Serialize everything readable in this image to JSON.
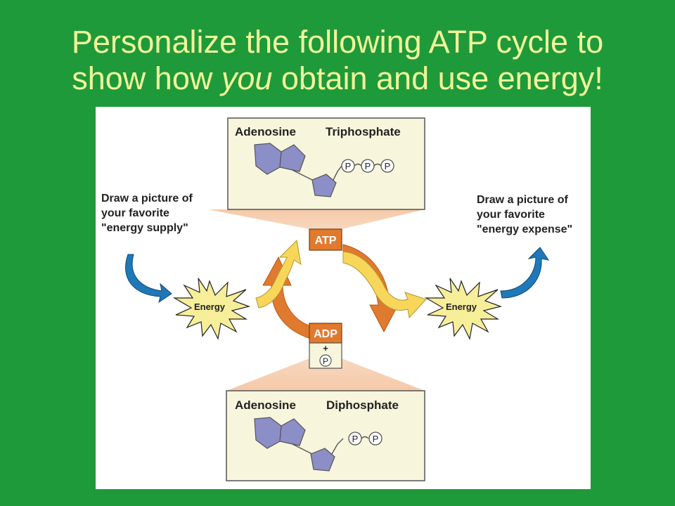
{
  "slide": {
    "title_line1": "Personalize the following ATP cycle to",
    "title_line2_before": "show how ",
    "title_line2_italic": "you",
    "title_line2_after": " obtain and use energy!"
  },
  "atp_box": {
    "label_left": "Adenosine",
    "label_right": "Triphosphate",
    "phosphates": [
      "P",
      "P",
      "P"
    ]
  },
  "adp_box": {
    "label_left": "Adenosine",
    "label_right": "Diphosphate",
    "phosphates": [
      "P",
      "P"
    ]
  },
  "cycle": {
    "atp_label": "ATP",
    "adp_label": "ADP",
    "plus": "+",
    "free_phosphate": "P"
  },
  "left_prompt": {
    "lines": [
      "Draw a picture of",
      "your favorite",
      "\"energy supply\""
    ]
  },
  "right_prompt": {
    "lines": [
      "Draw a picture of",
      "your favorite",
      "\"energy expense\""
    ]
  },
  "energy_left": "Energy",
  "energy_right": "Energy",
  "colors": {
    "background": "#1f9a3a",
    "title": "#f0f79a",
    "box_fill": "#f7f5dc",
    "ring_fill": "#8c8ec8",
    "orange": "#e07a2e",
    "yellow_arrow": "#f7d65a",
    "blue_arrow": "#1f78b8"
  }
}
